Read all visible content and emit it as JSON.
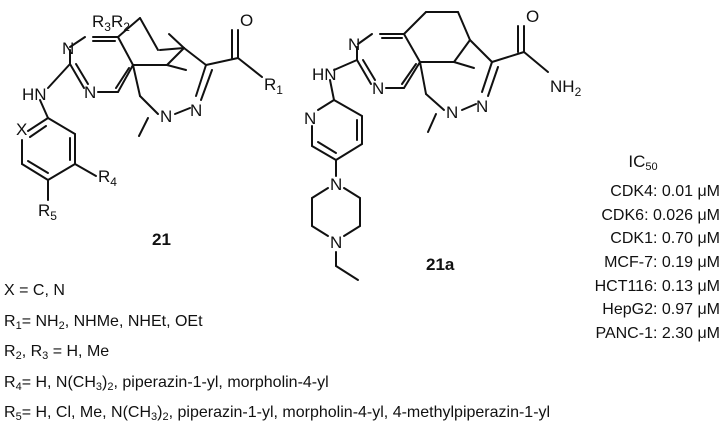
{
  "compounds": {
    "generic": {
      "label": "21",
      "atoms": {
        "n_top": "N",
        "n_mid": "N",
        "nh": "HN",
        "x": "X",
        "n_pyrazole": "N",
        "n_pyrazole2": "N",
        "o": "O"
      },
      "r_groups": {
        "r1": "1",
        "r2": "2",
        "r3": "3",
        "r4": "4",
        "r5": "5",
        "r": "R"
      }
    },
    "example": {
      "label": "21a",
      "atoms": {
        "n_top": "N",
        "n_mid": "N",
        "nh": "HN",
        "n_pyridine": "N",
        "n_pyrazole": "N",
        "n_pyrazole2": "N",
        "n_pip1": "N",
        "n_pip2": "N",
        "o": "O",
        "nh2": "NH",
        "nh2_sub": "2"
      }
    }
  },
  "ic50": {
    "title_main": "IC",
    "title_sub": "50",
    "items": [
      {
        "target": "CDK4",
        "value": "0.01",
        "unit": "μM"
      },
      {
        "target": "CDK6",
        "value": "0.026",
        "unit": "μM"
      },
      {
        "target": "CDK1",
        "value": "0.70",
        "unit": "μM"
      },
      {
        "target": "MCF-7",
        "value": "0.19",
        "unit": "μM"
      },
      {
        "target": "HCT116",
        "value": "0.13",
        "unit": "μM"
      },
      {
        "target": "HepG2",
        "value": "0.97",
        "unit": "μM"
      },
      {
        "target": "PANC-1",
        "value": "2.30",
        "unit": "μM"
      }
    ]
  },
  "substituents": {
    "x": "X = C, N",
    "r1_pre": "R",
    "r1_sub": "1",
    "r1_text": "= NH",
    "r1_text_sub": "2",
    "r1_rest": ", NHMe, NHEt, OEt",
    "r23_a": "R",
    "r23_a_sub": "2",
    "r23_b": ", R",
    "r23_b_sub": "3",
    "r23_rest": " = H, Me",
    "r4_pre": "R",
    "r4_sub": "4",
    "r4_text": "= H, N(CH",
    "r4_text_sub": "3",
    "r4_rest": ")",
    "r4_rest_sub": "2",
    "r4_tail": ", piperazin-1-yl, morpholin-4-yl",
    "r5_pre": "R",
    "r5_sub": "5",
    "r5_text": "= H, Cl, Me, N(CH",
    "r5_text_sub": "3",
    "r5_rest": ")",
    "r5_rest_sub": "2",
    "r5_tail": ", piperazin-1-yl, morpholin-4-yl, 4-methylpiperazin-1-yl"
  }
}
